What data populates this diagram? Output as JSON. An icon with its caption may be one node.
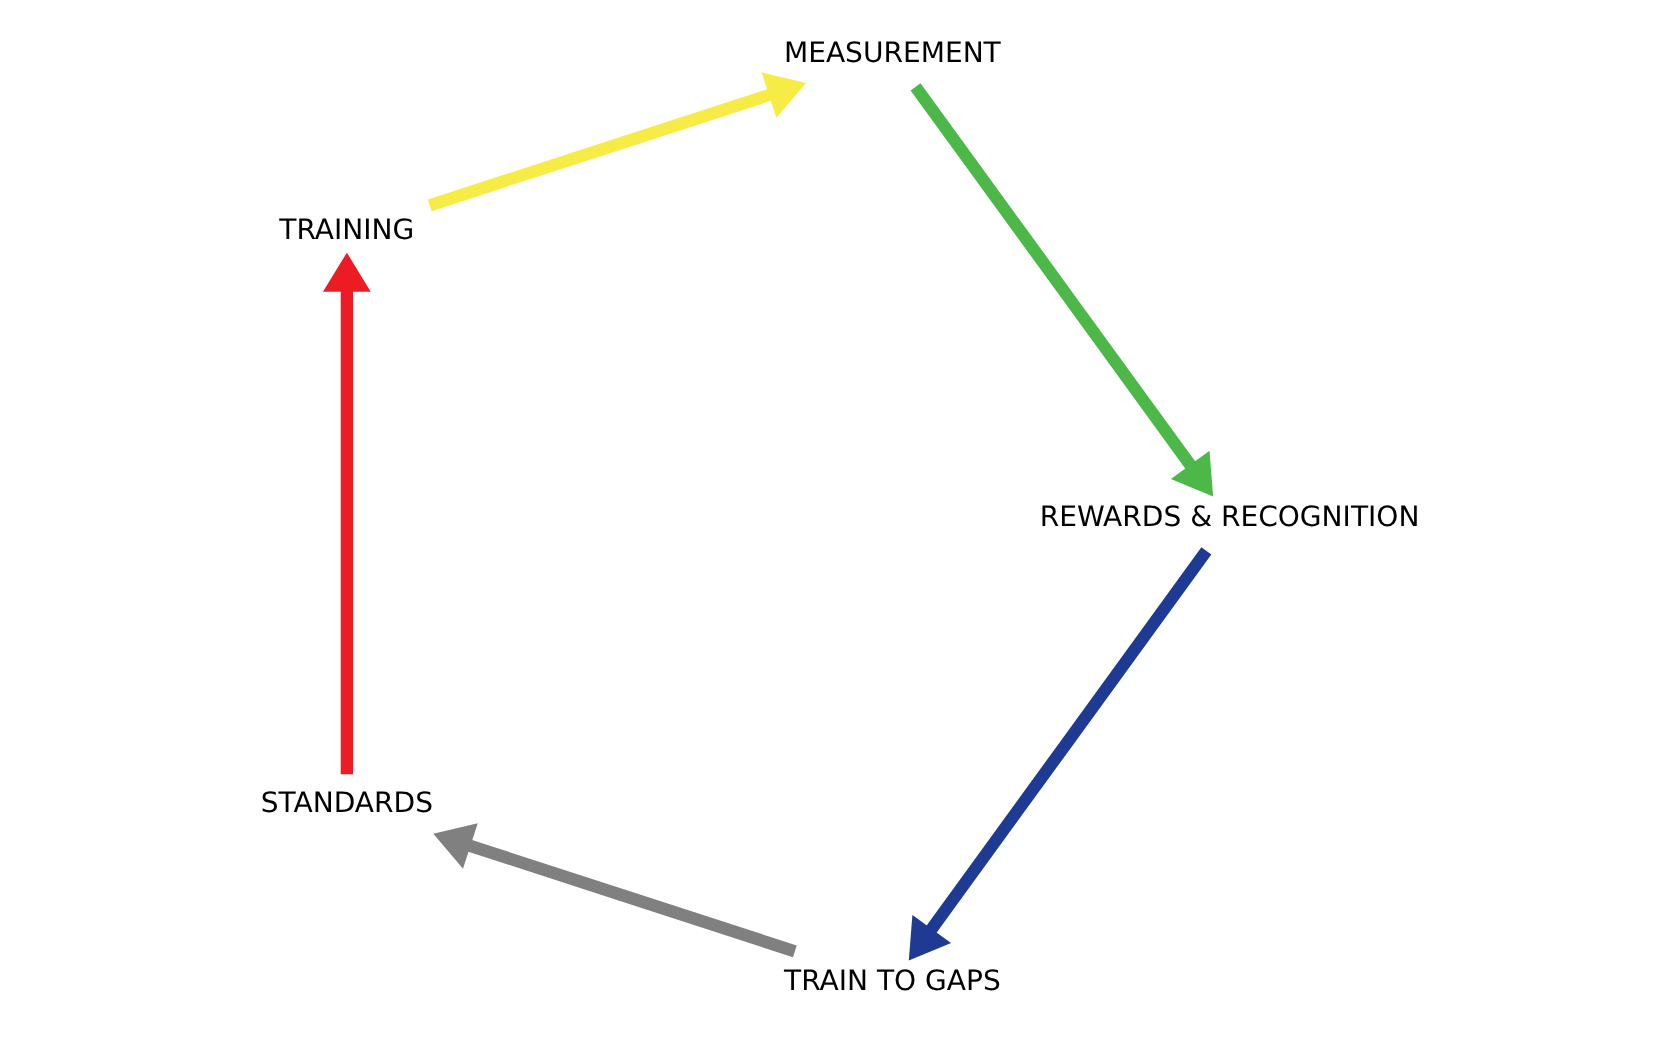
{
  "diagram": {
    "nodes": [
      {
        "text": [
          "TRAIN TO GAPS"
        ]
      },
      {
        "text": [
          "STANDARDS"
        ]
      },
      {
        "text": [
          "TRAINING"
        ]
      },
      {
        "text": [
          "REWARDS & RECOGNITION"
        ]
      },
      {
        "text": [
          "MEASUREMENT"
        ]
      }
    ],
    "edges": [
      {
        "from": 1,
        "to": 2,
        "arrow": "to",
        "color": "#ed1c24"
      },
      {
        "from": 2,
        "to": 4,
        "arrow": "to",
        "color": "#f7ec45"
      },
      {
        "from": 4,
        "to": 3,
        "arrow": "to",
        "color": "#4cb848"
      },
      {
        "from": 3,
        "to": 0,
        "arrow": "to",
        "color": "#1f3a93"
      },
      {
        "from": 0,
        "to": 1,
        "arrow": "to",
        "color": "#808080"
      }
    ]
  }
}
